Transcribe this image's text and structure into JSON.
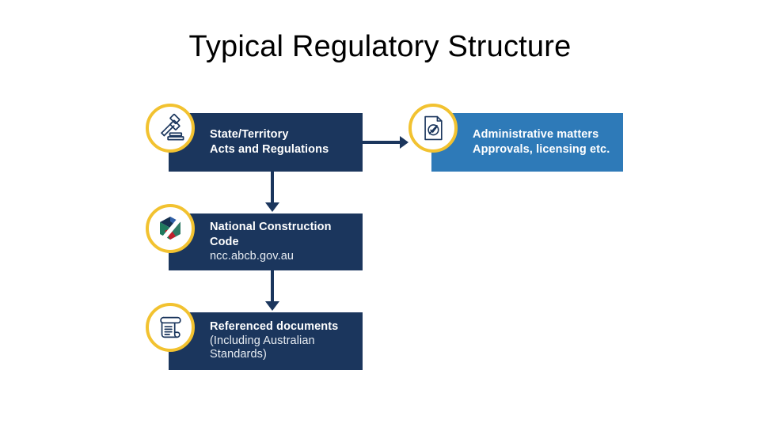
{
  "title": "Typical Regulatory Structure",
  "colors": {
    "navy": "#1b365d",
    "steel": "#2e7ab8",
    "ring": "#f2c230",
    "background": "#ffffff",
    "text_on_box": "#ffffff"
  },
  "nodes": [
    {
      "id": "state-territory",
      "icon": "gavel-icon",
      "style": "navy",
      "lines": [
        {
          "text": "State/Territory",
          "weight": "bold"
        },
        {
          "text": "Acts and Regulations",
          "weight": "bold"
        }
      ]
    },
    {
      "id": "administrative-matters",
      "icon": "document-check-icon",
      "style": "steel",
      "lines": [
        {
          "text": "Administrative matters",
          "weight": "bold"
        },
        {
          "text": "Approvals, licensing etc.",
          "weight": "bold"
        }
      ]
    },
    {
      "id": "national-construction-code",
      "icon": "ncc-cube-icon",
      "style": "navy",
      "lines": [
        {
          "text": "National Construction Code",
          "weight": "bold"
        },
        {
          "text": "ncc.abcb.gov.au",
          "weight": "normal"
        }
      ]
    },
    {
      "id": "referenced-documents",
      "icon": "scroll-icon",
      "style": "navy",
      "lines": [
        {
          "text": "Referenced documents",
          "weight": "bold"
        },
        {
          "text": "(Including Australian",
          "weight": "normal"
        },
        {
          "text": "Standards)",
          "weight": "normal"
        }
      ]
    }
  ],
  "connectors": [
    {
      "id": "state-to-admin",
      "direction": "right"
    },
    {
      "id": "state-to-ncc",
      "direction": "down"
    },
    {
      "id": "ncc-to-referenced",
      "direction": "down"
    }
  ]
}
